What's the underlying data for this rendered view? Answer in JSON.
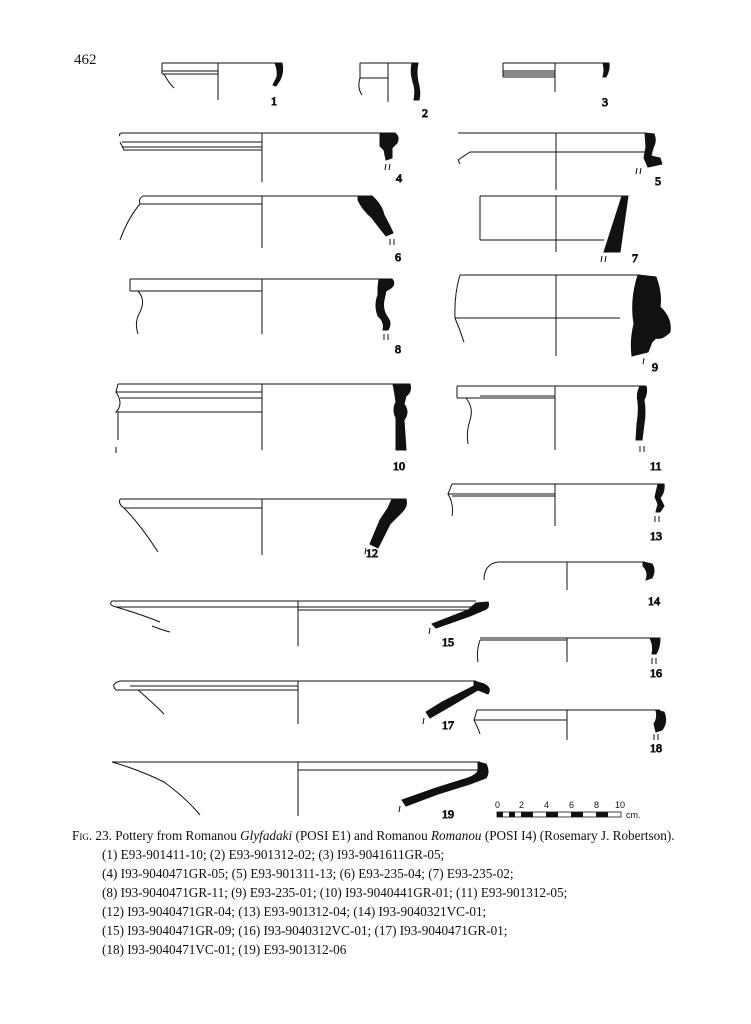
{
  "page_number": "462",
  "sherds": [
    {
      "id": "1",
      "label": "1"
    },
    {
      "id": "2",
      "label": "2"
    },
    {
      "id": "3",
      "label": "3"
    },
    {
      "id": "4",
      "label": "4"
    },
    {
      "id": "5",
      "label": "5"
    },
    {
      "id": "6",
      "label": "6"
    },
    {
      "id": "7",
      "label": "7"
    },
    {
      "id": "8",
      "label": "8"
    },
    {
      "id": "9",
      "label": "9"
    },
    {
      "id": "10",
      "label": "10"
    },
    {
      "id": "11",
      "label": "11"
    },
    {
      "id": "12",
      "label": "12"
    },
    {
      "id": "13",
      "label": "13"
    },
    {
      "id": "14",
      "label": "14"
    },
    {
      "id": "15",
      "label": "15"
    },
    {
      "id": "16",
      "label": "16"
    },
    {
      "id": "17",
      "label": "17"
    },
    {
      "id": "18",
      "label": "18"
    },
    {
      "id": "19",
      "label": "19"
    }
  ],
  "scale_bar": {
    "ticks": [
      "0",
      "2",
      "4",
      "6",
      "8",
      "10"
    ],
    "unit": "cm."
  },
  "caption": {
    "fig_label": "Fig. 23.",
    "text_a": "Pottery from Romanou ",
    "site_1": "Glyfadaki",
    "text_b": " (POSI E1) and Romanou ",
    "site_2": "Romanou",
    "text_c": " (POSI I4) (Rosemary J. Robertson).",
    "entries": [
      "(1) E93-901411-10; (2) E93-901312-02; (3) I93-9041611GR-05;",
      "(4) I93-9040471GR-05; (5) E93-901311-13; (6) E93-235-04; (7) E93-235-02;",
      "(8) I93-9040471GR-11; (9) E93-235-01; (10) I93-9040441GR-01; (11) E93-901312-05;",
      "(12) I93-9040471GR-04; (13) E93-901312-04; (14) I93-9040321VC-01;",
      "(15) I93-9040471GR-09; (16) I93-9040312VC-01; (17) I93-9040471GR-01;",
      "(18) I93-9040471VC-01; (19) E93-901312-06"
    ]
  }
}
